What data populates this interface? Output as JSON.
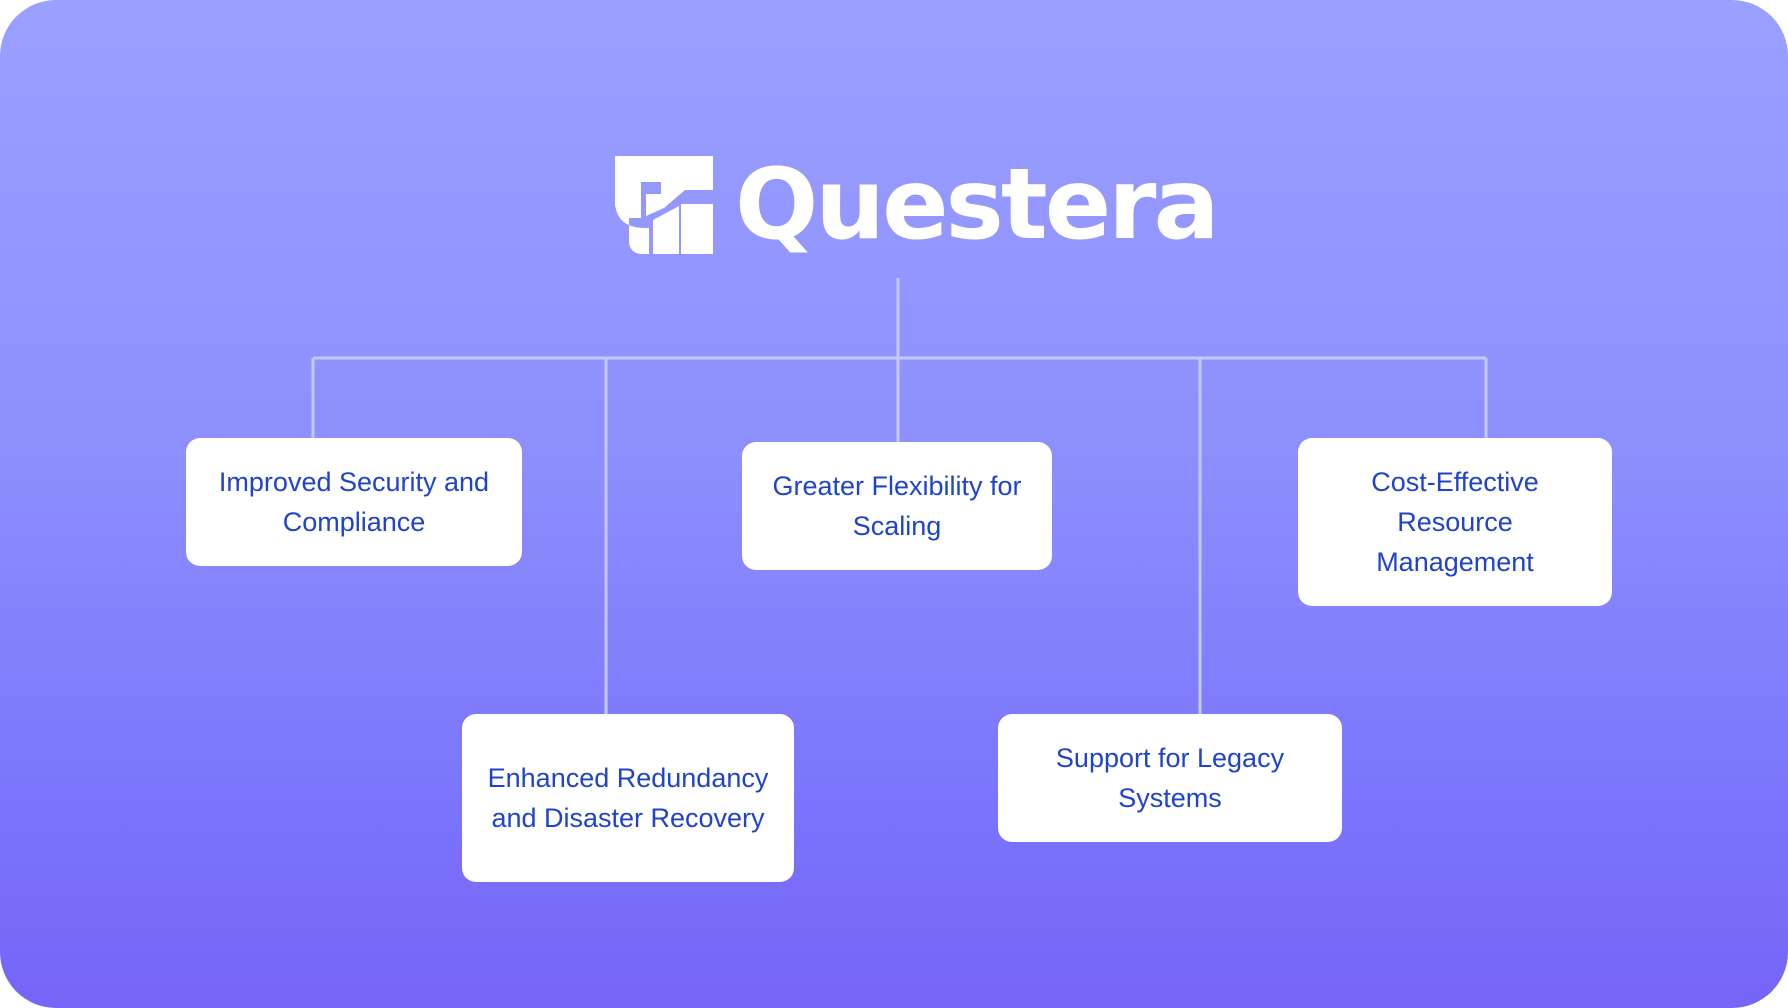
{
  "brand": {
    "name": "Questera",
    "logo_icon": "questera-logo-mark-icon"
  },
  "colors": {
    "background_top": "#9aa0ff",
    "background_bottom": "#7565f8",
    "card_background": "#ffffff",
    "card_text": "#1f44c9",
    "connector": "#c7c8ff"
  },
  "nodes": [
    {
      "id": "security",
      "label": "Improved Security and Compliance"
    },
    {
      "id": "redundancy",
      "label": "Enhanced Redundancy and Disaster Recovery"
    },
    {
      "id": "flexibility",
      "label": "Greater Flexibility for Scaling"
    },
    {
      "id": "legacy",
      "label": "Support for Legacy Systems"
    },
    {
      "id": "cost",
      "label": "Cost-Effective Resource Management"
    }
  ]
}
